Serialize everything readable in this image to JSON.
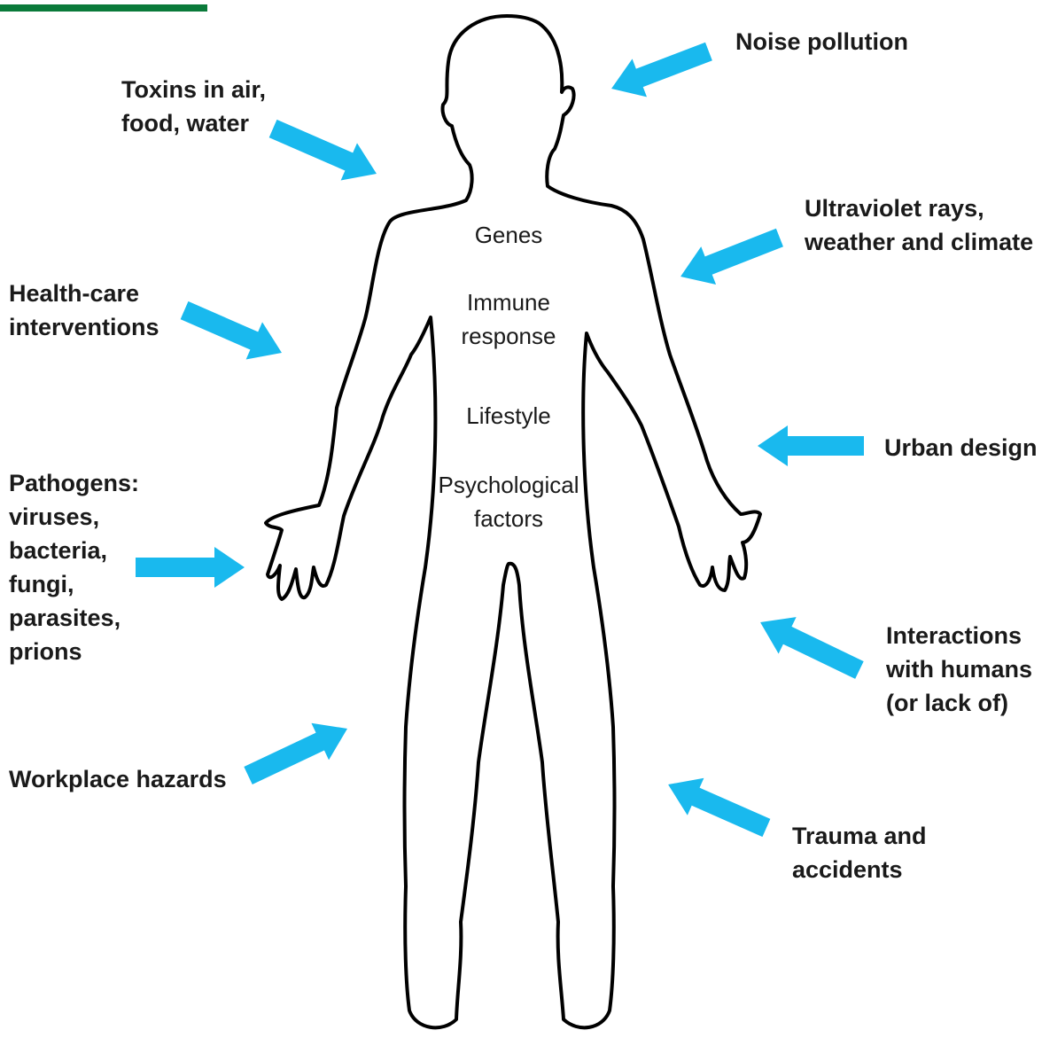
{
  "colors": {
    "accent_bar": "#0a7a3a",
    "arrow": "#19b9ee",
    "outline": "#000000",
    "text": "#1a1a1a"
  },
  "internal_factors": {
    "genes": "Genes",
    "immune": "Immune\nresponse",
    "lifestyle": "Lifestyle",
    "psychological": "Psychological\nfactors"
  },
  "external_factors": {
    "noise": "Noise pollution",
    "toxins": "Toxins in air,\nfood, water",
    "ultraviolet": "Ultraviolet rays,\nweather and climate",
    "healthcare": "Health-care\ninterventions",
    "urban": "Urban design",
    "pathogens": "Pathogens:\nviruses,\nbacteria,\nfungi,\nparasites,\nprions",
    "interactions": "Interactions\nwith humans\n(or lack of)",
    "workplace": "Workplace hazards",
    "trauma": "Trauma and accidents"
  }
}
